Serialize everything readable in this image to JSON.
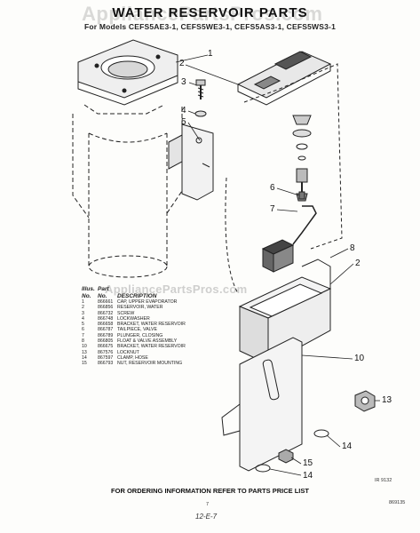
{
  "watermark": "AppliancePartsPros.com",
  "title": "WATER RESERVOIR PARTS",
  "subtitle": "For Models CEFS5AE3-1, CEFS5WE3-1, CEFS5AS3-1, CEFS5WS3-1",
  "callouts": [
    "1",
    "2",
    "3",
    "4",
    "5",
    "6",
    "7",
    "8",
    "2",
    "10",
    "13",
    "14",
    "15",
    "14"
  ],
  "parts_header": {
    "illus": "Illus. No.",
    "part": "Part No.",
    "desc": "DESCRIPTION"
  },
  "parts": [
    {
      "no": "1",
      "part": "866661",
      "desc": "CAP, UPPER EVAPORATOR"
    },
    {
      "no": "2",
      "part": "866856",
      "desc": "RESERVOIR, WATER"
    },
    {
      "no": "3",
      "part": "866732",
      "desc": "SCREW"
    },
    {
      "no": "4",
      "part": "866748",
      "desc": "LOCKWASHER"
    },
    {
      "no": "5",
      "part": "866658",
      "desc": "BRACKET, WATER RESERVOIR"
    },
    {
      "no": "6",
      "part": "866787",
      "desc": "TAILPIECE, VALVE"
    },
    {
      "no": "7",
      "part": "866789",
      "desc": "PLUNGER, CLOSING"
    },
    {
      "no": "8",
      "part": "866805",
      "desc": "FLOAT & VALVE ASSEMBLY"
    },
    {
      "no": "10",
      "part": "866675",
      "desc": "BRACKET, WATER RESERVOIR"
    },
    {
      "no": "13",
      "part": "867576",
      "desc": "LOCKNUT"
    },
    {
      "no": "14",
      "part": "867597",
      "desc": "CLAMP, HOSE"
    },
    {
      "no": "15",
      "part": "866793",
      "desc": "NUT, RESERVOIR MOUNTING"
    }
  ],
  "footer": "FOR ORDERING INFORMATION REFER TO PARTS PRICE LIST",
  "drawing_code": "IR 9132",
  "page_number": "7",
  "doc_code": "869135",
  "handwritten": "12-E-7"
}
